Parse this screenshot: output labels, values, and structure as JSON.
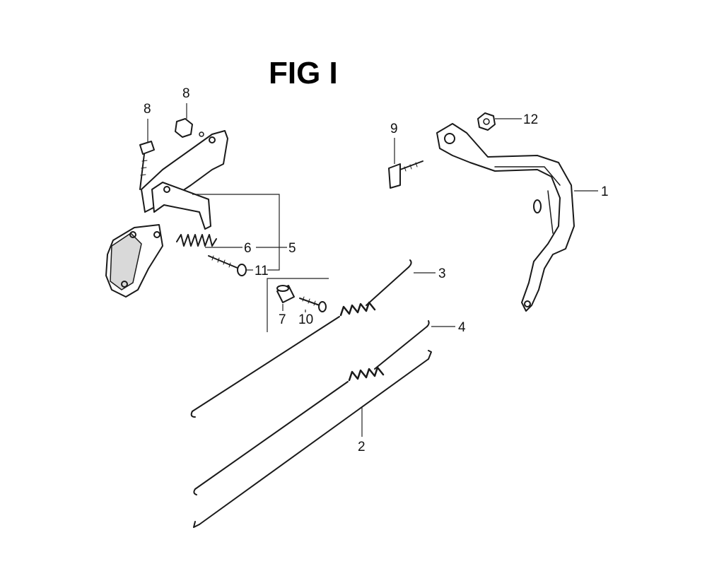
{
  "title": "FIG I",
  "callouts": {
    "c1": "1",
    "c2": "2",
    "c3": "3",
    "c4": "4",
    "c5": "5",
    "c6": "6",
    "c7": "7",
    "c8a": "8",
    "c8b": "8",
    "c9": "9",
    "c10": "10",
    "c11": "11",
    "c12": "12"
  }
}
